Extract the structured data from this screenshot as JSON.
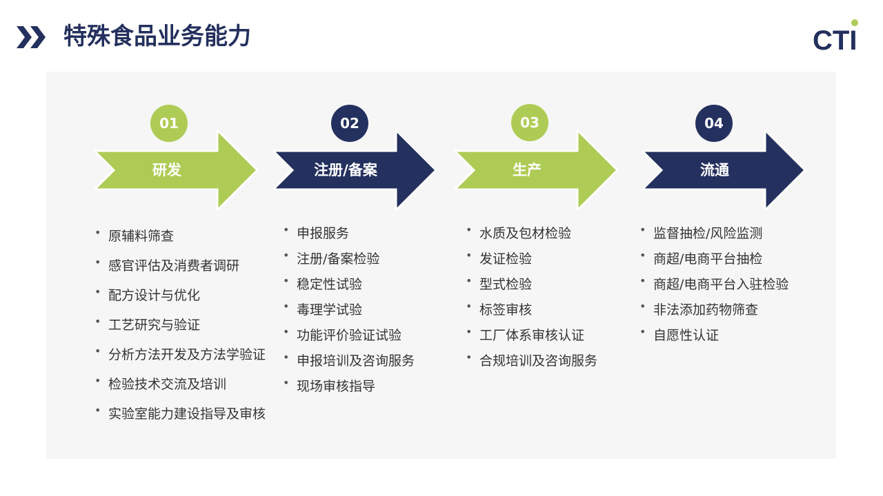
{
  "header": {
    "title": "特殊食品业务能力",
    "logo_text": "CTI"
  },
  "colors": {
    "navy": "#24305e",
    "green": "#aecc55",
    "panel": "#f6f6f6"
  },
  "steps": [
    {
      "number": "01",
      "label": "研发",
      "items": [
        "原辅料筛查",
        "感官评估及消费者调研",
        "配方设计与优化",
        "工艺研究与验证",
        "分析方法开发及方法学验证",
        "检验技术交流及培训",
        "实验室能力建设指导及审核"
      ]
    },
    {
      "number": "02",
      "label": "注册/备案",
      "items": [
        "申报服务",
        "注册/备案检验",
        "稳定性试验",
        "毒理学试验",
        "功能评价验证试验",
        "申报培训及咨询服务",
        "现场审核指导"
      ]
    },
    {
      "number": "03",
      "label": "生产",
      "items": [
        "水质及包材检验",
        "发证检验",
        "型式检验",
        "标签审核",
        "工厂体系审核认证",
        "合规培训及咨询服务"
      ]
    },
    {
      "number": "04",
      "label": "流通",
      "items": [
        "监督抽检/风险监测",
        "商超/电商平台抽检",
        "商超/电商平台入驻检验",
        "非法添加药物筛查",
        "自愿性认证"
      ]
    }
  ]
}
